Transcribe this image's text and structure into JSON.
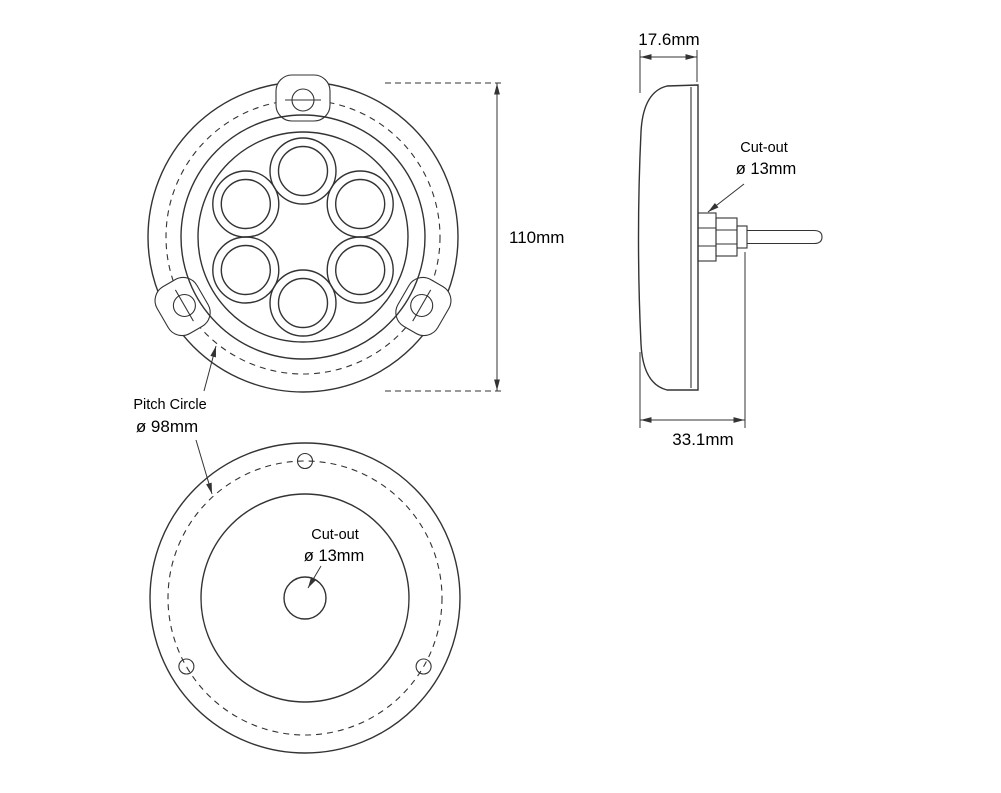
{
  "colors": {
    "background": "#ffffff",
    "line": "#333333",
    "text": "#000000"
  },
  "front_view": {
    "diameter_label": "110mm"
  },
  "side_view": {
    "width_label": "17.6mm",
    "depth_label": "33.1mm",
    "cutout": {
      "line1": "Cut-out",
      "line2": "ø 13mm"
    }
  },
  "back_view": {
    "cutout": {
      "line1": "Cut-out",
      "line2": "ø 13mm"
    },
    "pitch_circle": {
      "line1": "Pitch Circle",
      "line2": "ø 98mm"
    }
  }
}
